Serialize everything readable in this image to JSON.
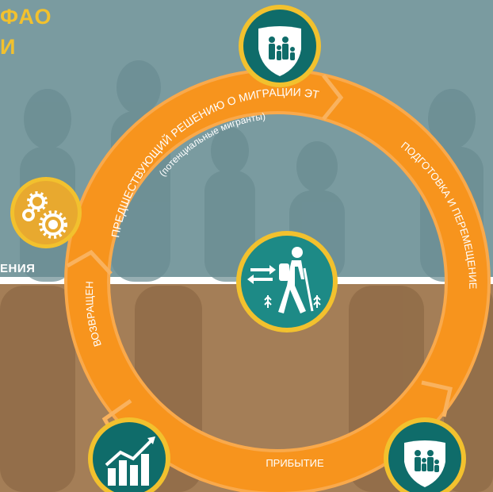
{
  "title": {
    "line1": "ФАО",
    "line2": "И"
  },
  "left_label": "ЕНИЯ",
  "cycle": {
    "stages": [
      {
        "label": "ПРЕДШЕСТВУЮЩИЙ РЕШЕНИЮ О МИГРАЦИИ ЭТАП",
        "sublabel": "(потенциальные мигранты)"
      },
      {
        "label": "ПОДГОТОВКА И ПЕРЕМЕЩЕНИЕ"
      },
      {
        "label": "ПРИБЫТИЕ"
      },
      {
        "label": "ВОЗВРАЩЕНИЕ"
      }
    ]
  },
  "icons": {
    "center": "migrant-walking-icon",
    "top": "family-shield-icon",
    "bottom_right": "family-shield-icon",
    "bottom_left": "growth-chart-icon",
    "left": "gears-icon"
  },
  "colors": {
    "ring": "#f7941d",
    "ring_edge": "#f9a94b",
    "teal": "#1d8a86",
    "dark_teal": "#0f6c6a",
    "yellow": "#f2c12e",
    "sky": "#7a9ba0",
    "ground": "#a47e57",
    "gold": "#e8a92f"
  }
}
